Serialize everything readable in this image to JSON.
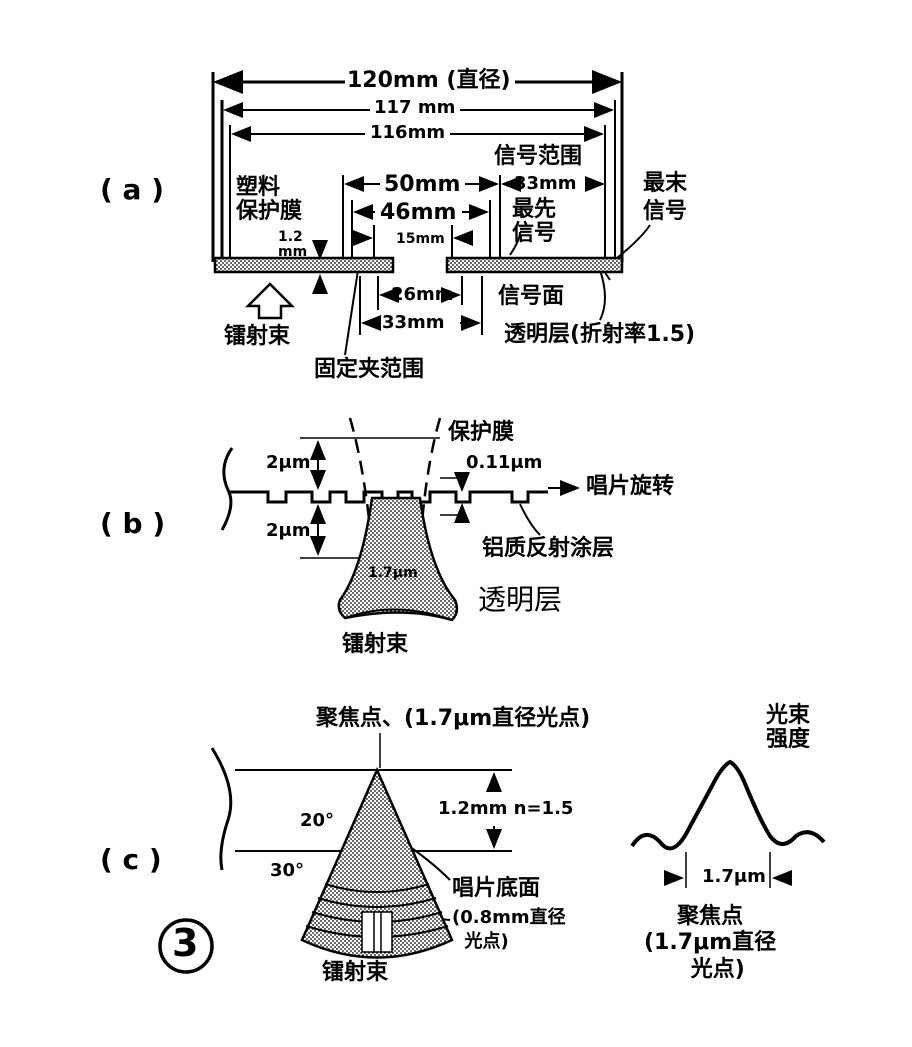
{
  "panel_a": {
    "label": "( a )",
    "dim_120": "120mm (直径)",
    "dim_117": "117 mm",
    "dim_116": "116mm",
    "signal_range": "信号范围",
    "plastic_film": "塑料\n保护膜",
    "dim_50": "50mm",
    "dim_33_top": "33mm",
    "last_signal": "最末\n信号",
    "dim_46": "46mm",
    "first_signal": "最先\n信号",
    "dim_1_2": "1.2\nmm",
    "dim_15": "15mm",
    "dim_26": "26mm",
    "signal_surface": "信号面",
    "dim_33_bottom": "33mm",
    "laser_beam": "镭射束",
    "clamp_range": "固定夹范围",
    "transparent_layer": "透明层(折射率1.5)"
  },
  "panel_b": {
    "label": "( b )",
    "protective_film": "保护膜",
    "dim_2um_top": "2μm",
    "dim_011": "0.11μm",
    "record_rotation": "唱片旋转",
    "dim_2um_bottom": "2μm",
    "aluminum_coating": "铝质反射涂层",
    "dim_17": "1.7μm",
    "transparent_layer": "透明层",
    "laser_beam": "镭射束"
  },
  "panel_c": {
    "label": "( c )",
    "focus_title": "聚焦点、(1.7μm直径光点)",
    "beam_intensity": "光束\n强度",
    "angle_20": "20°",
    "thickness": "1.2mm  n=1.5",
    "angle_30": "30°",
    "record_bottom": "唱片底面",
    "spot_08": "(0.8mm直径\n  光点)",
    "laser_beam": "镭射束",
    "dim_17": "1.7μm",
    "focus_caption": "聚焦点\n(1.7μm直径\n  光点)"
  },
  "figure_number": "③"
}
